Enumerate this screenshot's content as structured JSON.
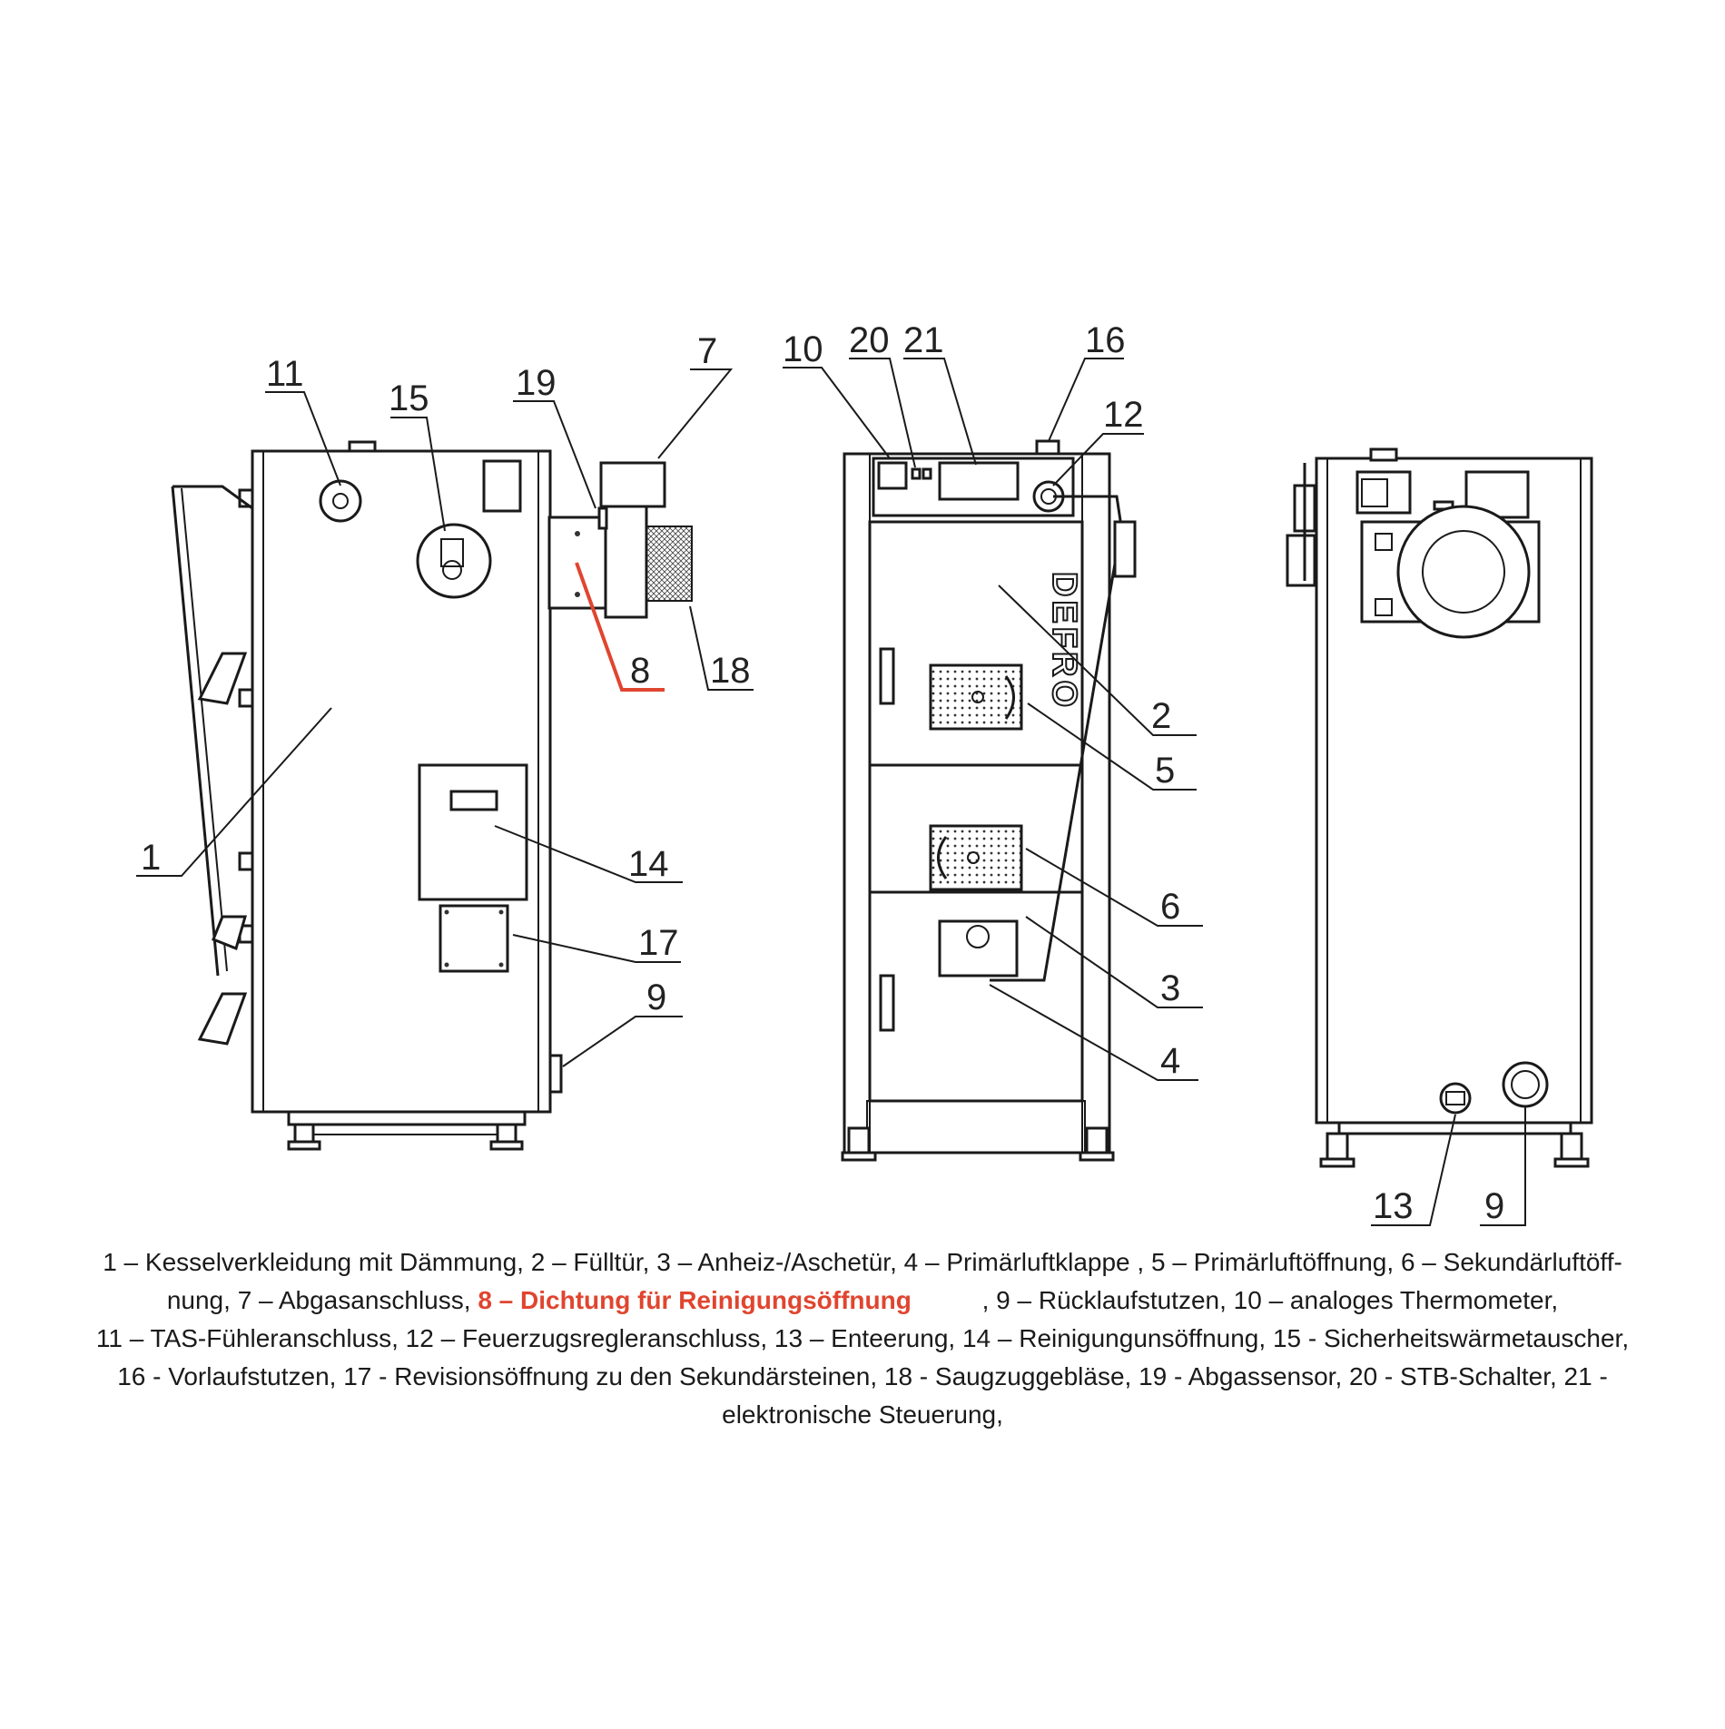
{
  "labels": {
    "l1": "1",
    "l2": "2",
    "l3": "3",
    "l4": "4",
    "l5": "5",
    "l6": "6",
    "l7": "7",
    "l8": "8",
    "l9a": "9",
    "l9b": "9",
    "l10": "10",
    "l11": "11",
    "l12": "12",
    "l13": "13",
    "l14": "14",
    "l15": "15",
    "l16": "16",
    "l17": "17",
    "l18": "18",
    "l19": "19",
    "l20": "20",
    "l21": "21"
  },
  "brand": "DEFRO",
  "accent_color": "#e0452f",
  "legend": {
    "line1": "1 – Kesselverkleidung mit Dämmung, 2 – Fülltür, 3 – Anheiz-/Aschetür, 4 – Primärluftklappe , 5 – Primärluftöffnung,  6 – Sekundärluftöff-",
    "line2_pre": "nung,  7 – Abgasanschluss, ",
    "line2_hl": "8 – Dichtung  für  Reinigungsöffnung",
    "line2_post": "          , 9 – Rücklaufstutzen, 10 – analoges Thermometer,",
    "line3": "11 – TAS-Fühleranschluss, 12 – Feuerzugsregleranschluss, 13 – Enteerung, 14 – Reinigungunsöffnung, 15 - Sicherheitswärmetauscher,",
    "line4": "16 - Vorlaufstutzen, 17 - Revisionsöffnung zu den Sekundärsteinen, 18 - Saugzuggebläse, 19 - Abgassensor, 20 - STB-Schalter, 21 -",
    "line5": "elektronische Steuerung,"
  }
}
